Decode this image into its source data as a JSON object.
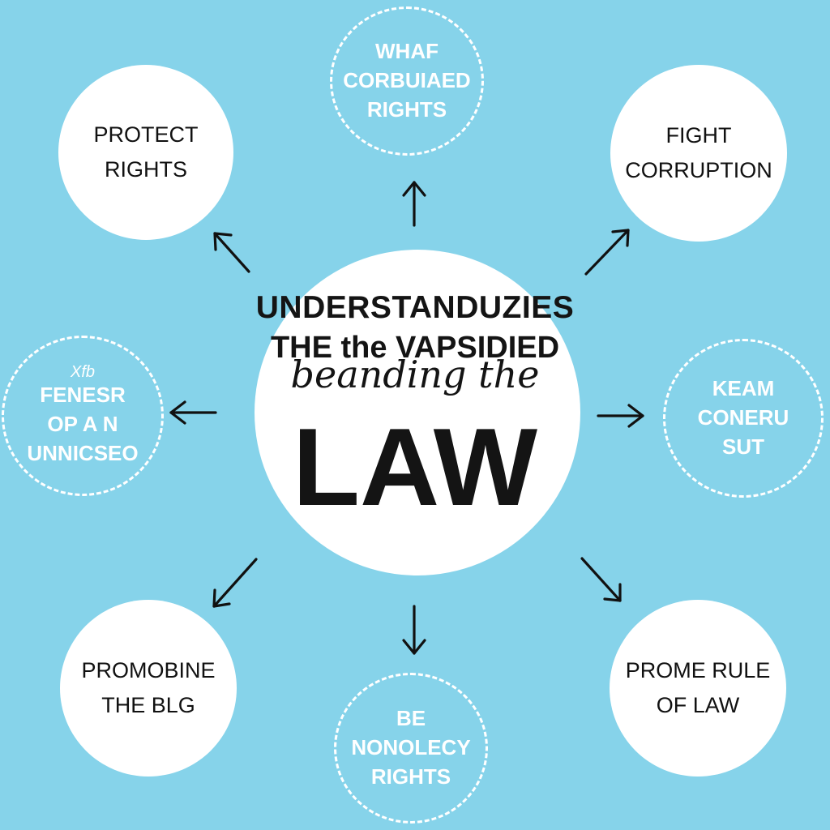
{
  "center": {
    "line1": "UNDERSTANDUZIES",
    "line2": "THE the VAPSIDIED",
    "line3": "beanding the",
    "main": "LAW"
  },
  "nodes": {
    "top": {
      "style": "dashed",
      "lines": [
        "WHAF",
        "CORBUIAED",
        "RIGHTS"
      ]
    },
    "top_left": {
      "style": "solid",
      "lines": [
        "PROTECT",
        "RIGHTS"
      ]
    },
    "top_right": {
      "style": "solid",
      "lines": [
        "FIGHT",
        "CORRUPTION"
      ]
    },
    "left": {
      "style": "dashed",
      "lines": [
        "Xfb",
        "FENESR",
        "OP A N",
        "UNNICSEO"
      ]
    },
    "right": {
      "style": "dashed",
      "lines": [
        "KEAM",
        "CONERU",
        "SUT"
      ]
    },
    "bottom_left": {
      "style": "solid",
      "lines": [
        "PROMOBINE",
        "THE BLG"
      ]
    },
    "bottom": {
      "style": "dashed",
      "lines": [
        "BE",
        "NONOLECY",
        "RIGHTS"
      ]
    },
    "bottom_right": {
      "style": "solid",
      "lines": [
        "PROME RULE",
        "OF LAW"
      ]
    }
  },
  "colors": {
    "background": "#86d3ea",
    "node_fill": "#ffffff",
    "text_dark": "#111111",
    "arrow": "#111111"
  }
}
